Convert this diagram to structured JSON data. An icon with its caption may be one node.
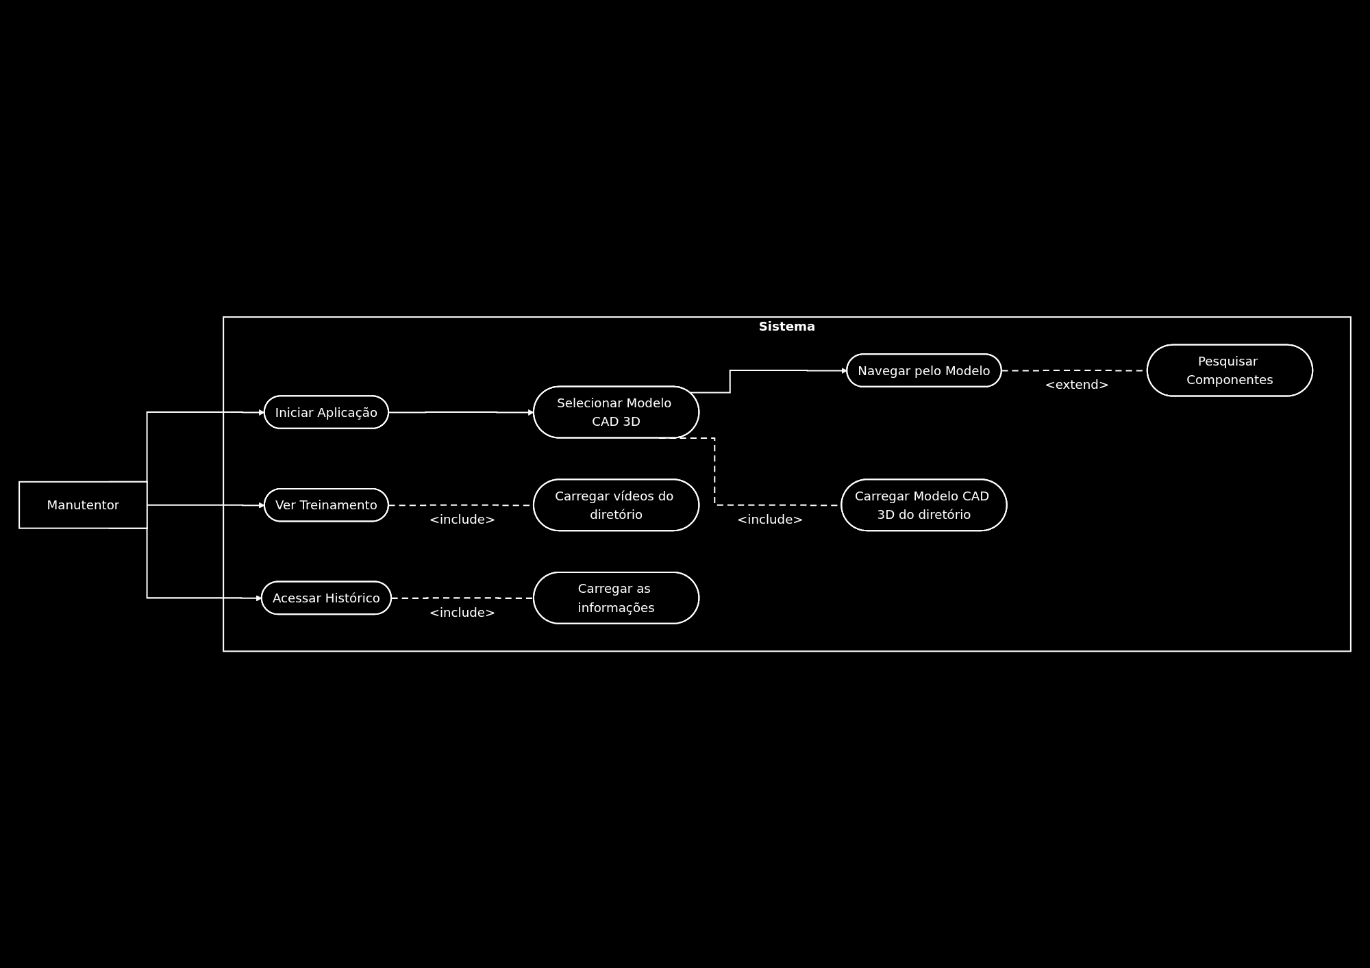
{
  "diagram": {
    "nodes": [
      {
        "text": [
          "Manutentor"
        ]
      },
      {
        "text": [
          "Sistema"
        ]
      },
      {
        "text": [
          "Iniciar Aplicação"
        ],
        "in": 1
      },
      {
        "text": [
          "Selecionar Modelo CAD 3D"
        ],
        "in": 1
      },
      {
        "text": [
          "Navegar pelo Modelo"
        ],
        "in": 1
      },
      {
        "text": [
          "Pesquisar Componentes"
        ],
        "in": 1
      },
      {
        "text": [
          "Carregar Modelo CAD 3D do diretório"
        ],
        "in": 1
      },
      {
        "text": [
          "Ver Treinamento"
        ],
        "in": 1
      },
      {
        "text": [
          "Carregar vídeos do diretório"
        ],
        "in": 1
      },
      {
        "text": [
          "Acessar Histórico"
        ],
        "in": 1
      },
      {
        "text": [
          "Carregar as informações"
        ],
        "in": 1
      }
    ],
    "edges": [
      {
        "from": 0,
        "to": 2,
        "arrow": "to"
      },
      {
        "from": 2,
        "to": 3,
        "arrow": "to"
      },
      {
        "from": 3,
        "to": 4,
        "arrow": "to"
      },
      {
        "from": 4,
        "to": 5,
        "arrow": "none",
        "style": "dashed",
        "label": "<extend>"
      },
      {
        "from": 3,
        "to": 6,
        "arrow": "none",
        "style": "dashed",
        "label": "<include>"
      },
      {
        "from": 0,
        "to": 7,
        "arrow": "to"
      },
      {
        "from": 7,
        "to": 8,
        "arrow": "none",
        "style": "dashed",
        "label": "<include>"
      },
      {
        "from": 0,
        "to": 9,
        "arrow": "to"
      },
      {
        "from": 9,
        "to": 10,
        "arrow": "none",
        "style": "dashed",
        "label": "<include>"
      }
    ]
  }
}
